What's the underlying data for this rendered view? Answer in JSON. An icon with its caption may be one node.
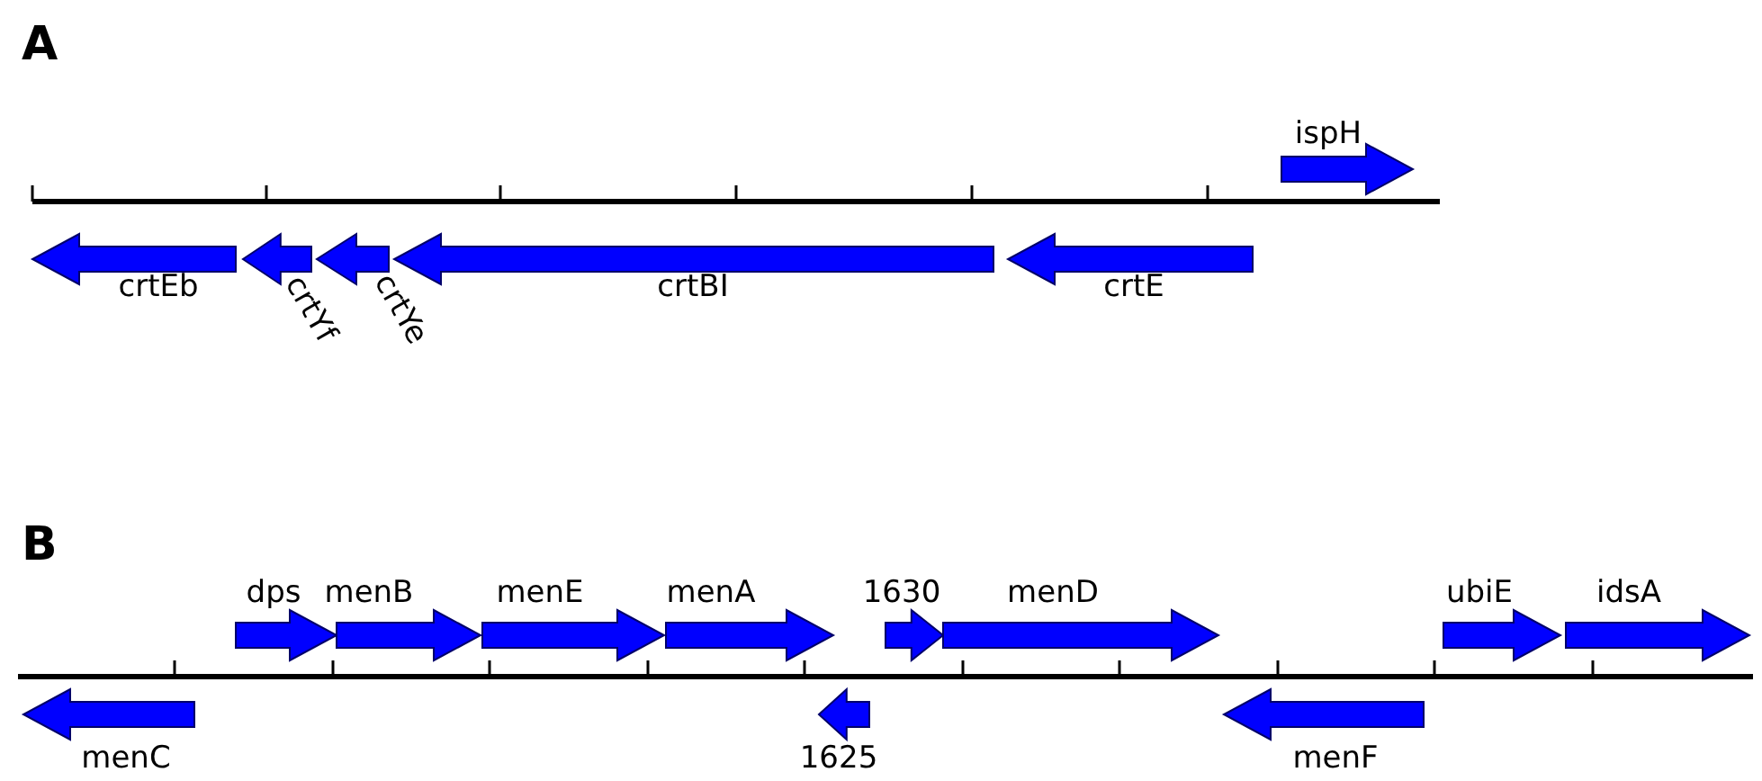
{
  "diagram": {
    "nodes": [
      {
        "text": [
          "ispH"
        ]
      },
      {
        "text": [
          "crtEb"
        ]
      },
      {
        "text": [
          "crtYf"
        ]
      },
      {
        "text": [
          "crtYe"
        ]
      },
      {
        "text": [
          "crtBI"
        ]
      },
      {
        "text": [
          "crtE"
        ]
      },
      {
        "text": [
          "dps"
        ]
      },
      {
        "text": [
          "menB"
        ]
      },
      {
        "text": [
          "menE"
        ]
      },
      {
        "text": [
          "menA"
        ]
      },
      {
        "text": [
          "1630"
        ]
      },
      {
        "text": [
          "menD"
        ]
      },
      {
        "text": [
          "ubiE"
        ]
      },
      {
        "text": [
          "idsA"
        ]
      },
      {
        "text": [
          "menC"
        ]
      },
      {
        "text": [
          "1625"
        ]
      },
      {
        "text": [
          "menF"
        ]
      }
    ],
    "labels": [
      "A",
      "B"
    ]
  }
}
